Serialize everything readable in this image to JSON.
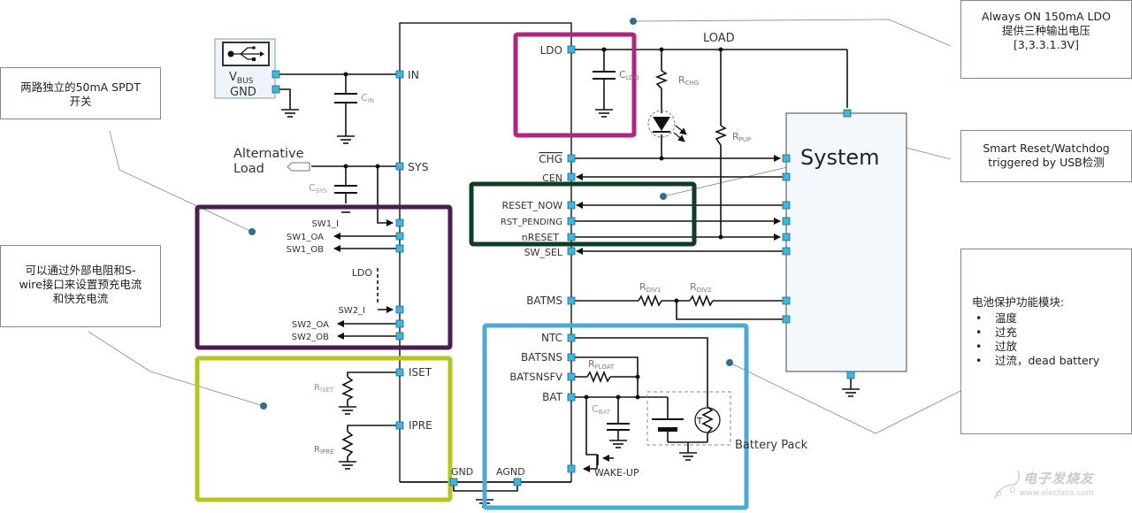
{
  "callouts": {
    "spdt": {
      "line1": "两路独立的50mA SPDT",
      "line2": "开关"
    },
    "current": {
      "line1": "可以通过外部电阻和S-",
      "line2": "wire接口来设置预充电流",
      "line3": "和快充电流"
    },
    "ldo": {
      "line1": "Always ON 150mA LDO",
      "line2": "提供三种输出电压",
      "line3": "[3,3.3.1.3V]"
    },
    "reset": {
      "line1": "Smart Reset/Watchdog",
      "line2": "triggered by USB检测"
    },
    "battery": {
      "title": "电池保护功能模块:",
      "items": [
        "温度",
        "过充",
        "过放",
        "过流，dead battery"
      ]
    }
  },
  "usb": {
    "vbus": "V",
    "vbus_sub": "BUS",
    "gnd": "GND"
  },
  "labels": {
    "alt_load_1": "Alternative",
    "alt_load_2": "Load",
    "load": "LOAD",
    "system": "System",
    "battery_pack": "Battery Pack",
    "wake_up": "WAKE-UP",
    "ldo_dashed": "LDO"
  },
  "pins_left": {
    "in": "IN",
    "sys": "SYS",
    "sw1_i": "SW1_I",
    "sw1_oa": "SW1_OA",
    "sw1_ob": "SW1_OB",
    "sw2_i": "SW2_I",
    "sw2_oa": "SW2_OA",
    "sw2_ob": "SW2_OB",
    "iset": "ISET",
    "ipre": "IPRE",
    "gnd": "GND",
    "agnd": "AGND"
  },
  "pins_right": {
    "ldo": "LDO",
    "chg": "CHG",
    "cen": "CEN",
    "reset_now": "RESET_NOW",
    "rst_pending": "RST_PENDING",
    "nreset": "nRESET",
    "sw_sel": "SW_SEL",
    "batms": "BATMS",
    "ntc": "NTC",
    "batsns": "BATSNS",
    "batsnsfv": "BATSNSFV",
    "bat": "BAT"
  },
  "components": {
    "cin": {
      "main": "C",
      "sub": "IN"
    },
    "csys": {
      "main": "C",
      "sub": "SYS"
    },
    "cldo": {
      "main": "C",
      "sub": "LDO"
    },
    "rchg": {
      "main": "R",
      "sub": "CHG"
    },
    "rpup": {
      "main": "R",
      "sub": "PUP"
    },
    "rdiv1": {
      "main": "R",
      "sub": "DIV1"
    },
    "rdiv2": {
      "main": "R",
      "sub": "DIV2"
    },
    "rset": {
      "main": "R",
      "sub": "ISET"
    },
    "ripre": {
      "main": "R",
      "sub": "IPRE"
    },
    "rfloat": {
      "main": "R",
      "sub": "FLOAT"
    },
    "cbat": {
      "main": "C",
      "sub": "BAT"
    },
    "thermistor": "T"
  },
  "watermark": {
    "title": "电子发烧友",
    "url": "www.elecfans.com"
  },
  "colors": {
    "pin": "#3fb6dc",
    "ldo_box": "#b0257e",
    "reset_box": "#0f3d24",
    "spdt_box": "#4a1d4f",
    "current_box": "#b5c41f",
    "battery_box": "#4aaad6",
    "system_fill": "#f3f8fc"
  }
}
